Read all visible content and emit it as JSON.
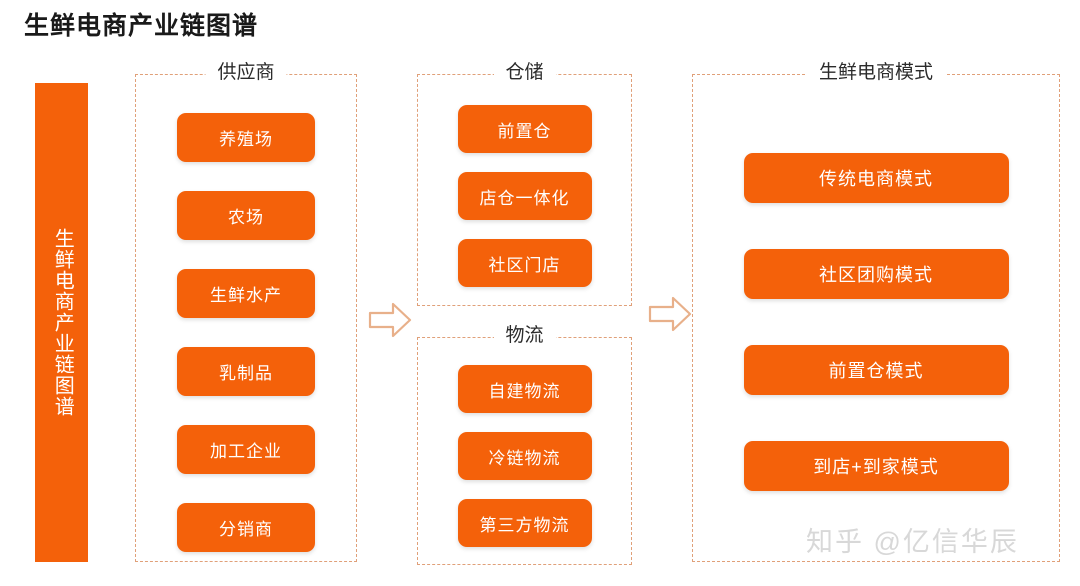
{
  "page": {
    "title": "生鲜电商产业链图谱",
    "accent_color": "#F4610A",
    "dashed_border_color": "#E0A079",
    "watermark": "知乎 @亿信华辰"
  },
  "side_bar": {
    "label": "生鲜电商产业链图谱"
  },
  "groups": [
    {
      "key": "supplier",
      "title": "供应商",
      "nodes": [
        "养殖场",
        "农场",
        "生鲜水产",
        "乳制品",
        "加工企业",
        "分销商"
      ]
    },
    {
      "key": "warehouse",
      "title": "仓储",
      "nodes": [
        "前置仓",
        "店仓一体化",
        "社区门店"
      ]
    },
    {
      "key": "logistics",
      "title": "物流",
      "nodes": [
        "自建物流",
        "冷链物流",
        "第三方物流"
      ]
    },
    {
      "key": "mode",
      "title": "生鲜电商模式",
      "nodes": [
        "传统电商模式",
        "社区团购模式",
        "前置仓模式",
        "到店+到家模式"
      ]
    }
  ],
  "arrows": [
    {
      "name": "arrow-supplier-to-warehouse",
      "direction": "right"
    },
    {
      "name": "arrow-warehouse-to-mode",
      "direction": "right"
    }
  ]
}
